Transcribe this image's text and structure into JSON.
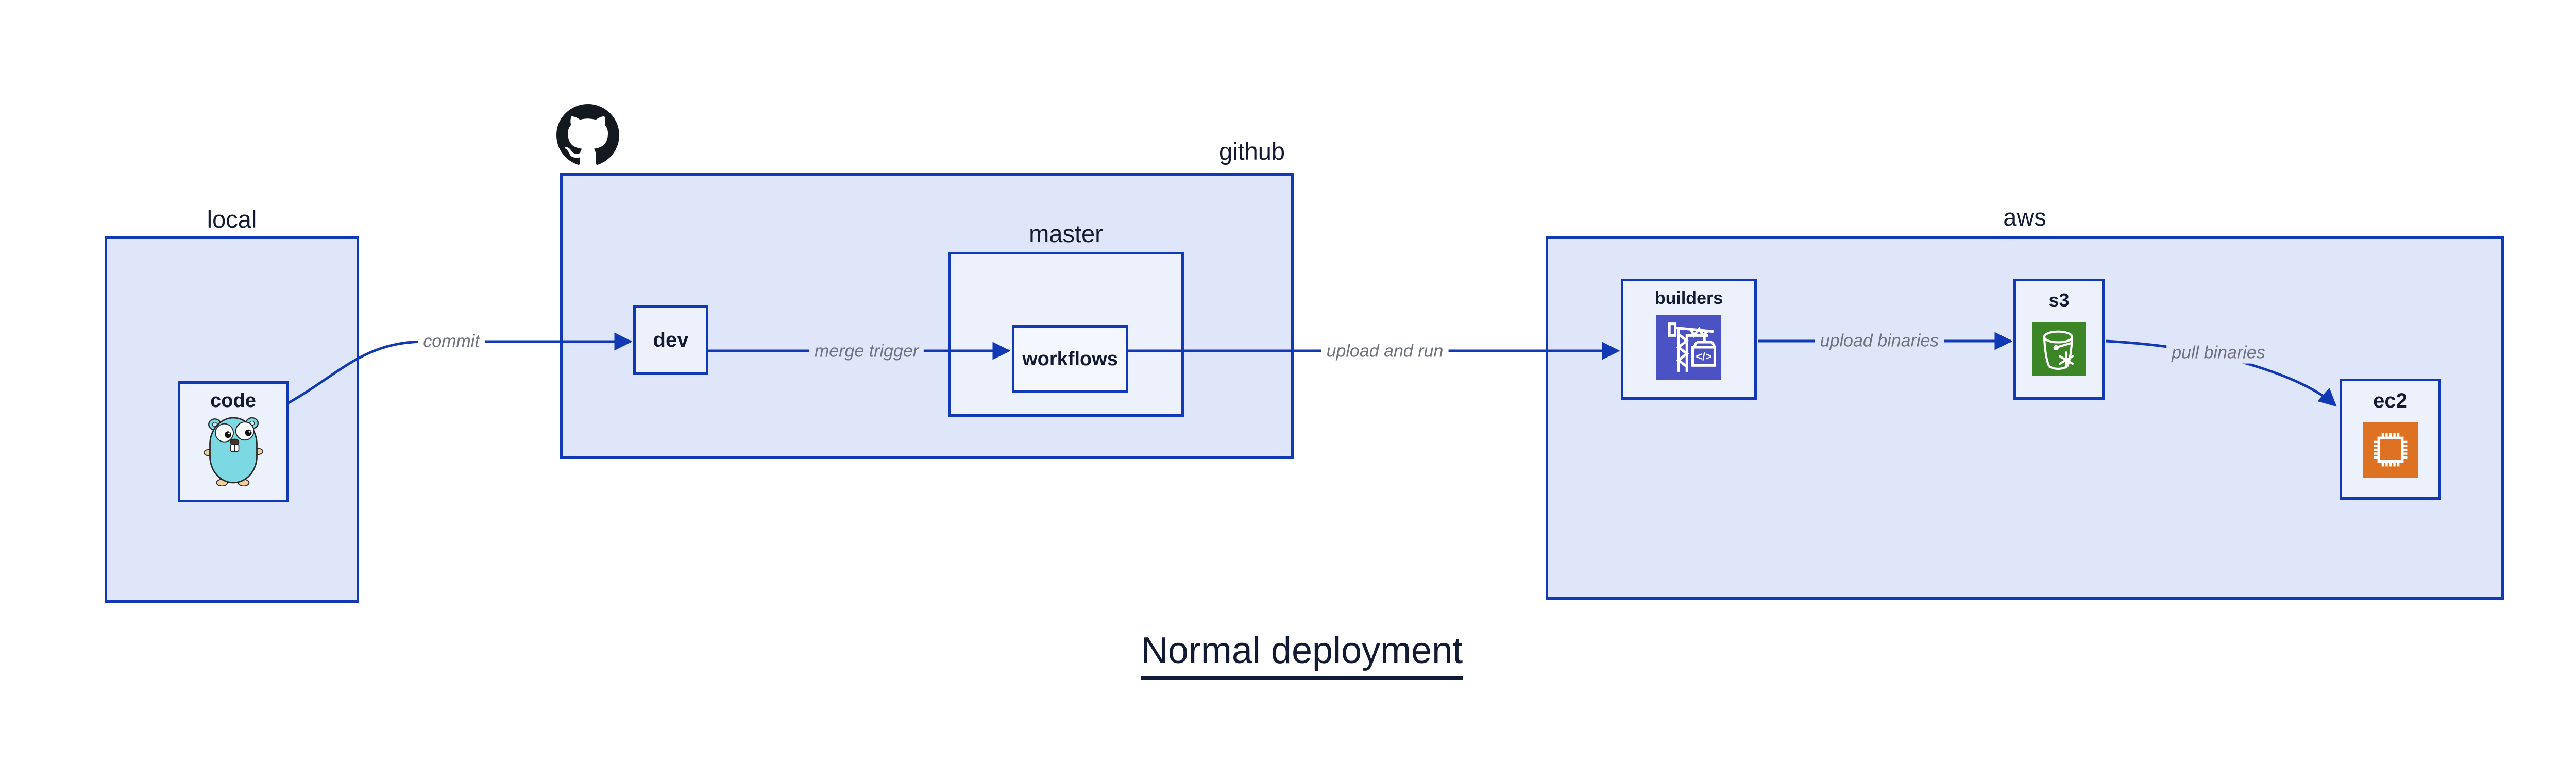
{
  "title": "Normal deployment",
  "groups": {
    "local": {
      "label": "local"
    },
    "github": {
      "label": "github"
    },
    "master": {
      "label": "master"
    },
    "aws": {
      "label": "aws"
    }
  },
  "nodes": {
    "code": {
      "label": "code",
      "icon": "go-gopher-icon"
    },
    "dev": {
      "label": "dev"
    },
    "workflows": {
      "label": "workflows"
    },
    "builders": {
      "label": "builders",
      "icon": "crane-codebuild-icon",
      "icon_glyph": "</>"
    },
    "s3": {
      "label": "s3",
      "icon": "bucket-snowflake-icon"
    },
    "ec2": {
      "label": "ec2",
      "icon": "cpu-chip-icon"
    }
  },
  "edges": {
    "commit": {
      "label": "commit",
      "from": "code",
      "to": "dev"
    },
    "merge_trigger": {
      "label": "merge trigger",
      "from": "dev",
      "to": "workflows"
    },
    "upload_and_run": {
      "label": "upload and run",
      "from": "workflows",
      "to": "builders"
    },
    "upload_binaries": {
      "label": "upload binaries",
      "from": "builders",
      "to": "s3"
    },
    "pull_binaries": {
      "label": "pull binaries",
      "from": "s3",
      "to": "ec2"
    }
  },
  "logo": {
    "name": "github-octocat-icon"
  },
  "colors": {
    "border_blue": "#1239b5",
    "group_fill": "#e0e6f9",
    "node_fill": "#edf1fc",
    "inner_fill": "#f4f7fd",
    "label_dark": "#131a33",
    "edge_label_gray": "#6e737e",
    "builders_icon_bg": "#4b53c4",
    "s3_icon_bg": "#3d8627",
    "ec2_icon_bg": "#dd7222",
    "gopher_teal": "#7cd8e2",
    "octocat_black": "#14181f"
  }
}
